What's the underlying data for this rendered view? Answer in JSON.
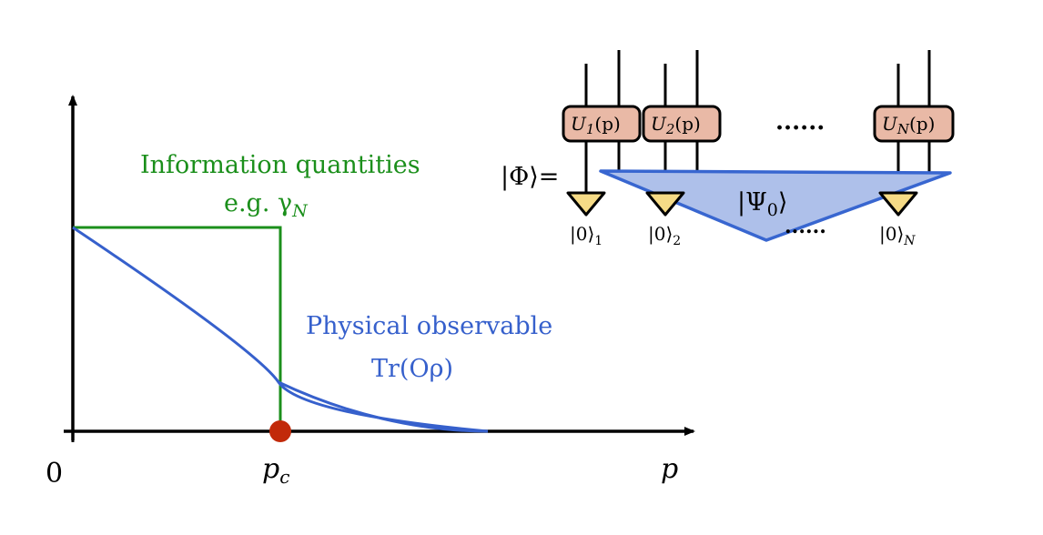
{
  "colors": {
    "axis": "#000000",
    "info_curve": "#1b8f1b",
    "observable_curve": "#3660cc",
    "critical_point": "#c22a0a",
    "unitary_fill": "#e9b9a6",
    "state_fill": "#aec0ea",
    "state_stroke": "#3866d0",
    "ancilla_fill": "#f6db86"
  },
  "plot": {
    "origin_label": "0",
    "x_label": "p",
    "critical_label_main": "p",
    "critical_label_sub": "c",
    "info_label_line1": "Information quantities",
    "info_label_line2": "e.g. γ",
    "info_label_sub": "N",
    "obs_label_line1": "Physical observable",
    "obs_label_line2": "Tr(Oρ)"
  },
  "circuit": {
    "phi_label": "|Φ⟩=",
    "psi0_label": "|Ψ",
    "psi0_sub": "0",
    "psi0_close": "⟩",
    "dots_top": "......",
    "dots_bottom": "......",
    "unitaries": [
      {
        "name": "U",
        "index": "1",
        "arg": "(p)"
      },
      {
        "name": "U",
        "index": "2",
        "arg": "(p)"
      },
      {
        "name": "U",
        "index": "N",
        "arg": "(p)"
      }
    ],
    "ancillas": [
      {
        "ket": "|0⟩",
        "index": "1"
      },
      {
        "ket": "|0⟩",
        "index": "2"
      },
      {
        "ket": "|0⟩",
        "index": "N"
      }
    ]
  }
}
